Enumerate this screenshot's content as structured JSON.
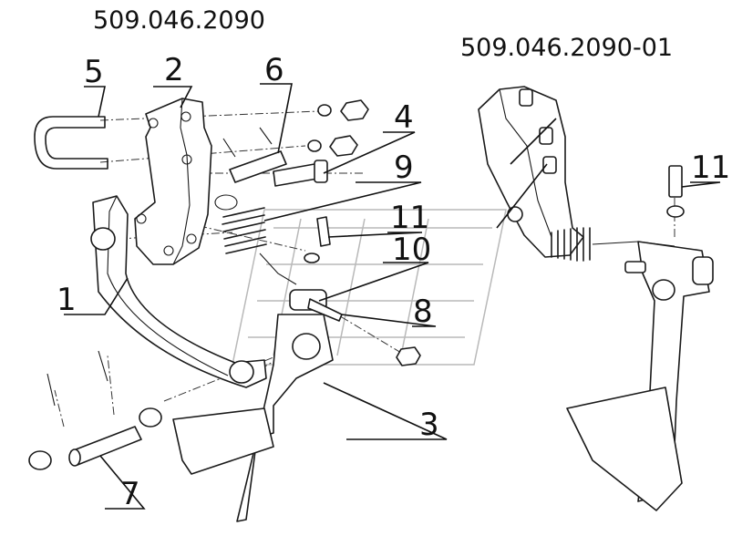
{
  "titles": {
    "left": "509.046.2090",
    "right": "509.046.2090-01"
  },
  "callouts": [
    {
      "label": "1"
    },
    {
      "label": "2"
    },
    {
      "label": "3"
    },
    {
      "label": "4"
    },
    {
      "label": "5"
    },
    {
      "label": "6"
    },
    {
      "label": "7"
    },
    {
      "label": "8"
    },
    {
      "label": "9"
    },
    {
      "label": "10"
    },
    {
      "label": "11"
    },
    {
      "label": "11"
    }
  ]
}
